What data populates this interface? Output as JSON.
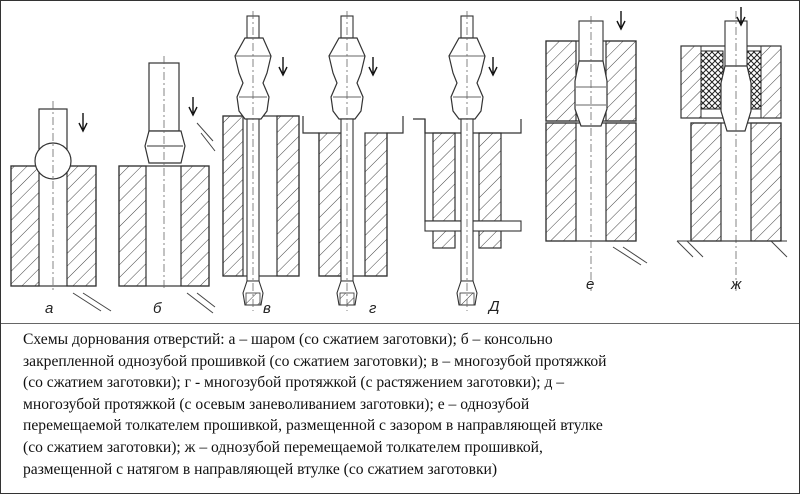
{
  "figure": {
    "labels": {
      "a": "а",
      "b": "б",
      "v": "в",
      "g": "г",
      "d": "Д",
      "e": "е",
      "zh": "ж"
    }
  },
  "caption": {
    "lines": [
      "Схемы дорнования отверстий: а – шаром (со сжатием заготовки); б – консольно",
      "закрепленной однозубой прошивкой (со сжатием заготовки); в – многозубой протяжкой",
      "(со сжатием заготовки); г - многозубой протяжкой (с растяжением заготовки); д –",
      "многозубой протяжкой (с осевым заневоливанием заготовки); е – однозубой",
      "перемещаемой толкателем прошивкой, размещенной с зазором в направляющей втулке",
      "(со сжатием заготовки); ж – однозубой перемещаемой толкателем прошивкой,",
      "размещенной с натягом в направляющей втулке (со сжатием заготовки)"
    ]
  }
}
